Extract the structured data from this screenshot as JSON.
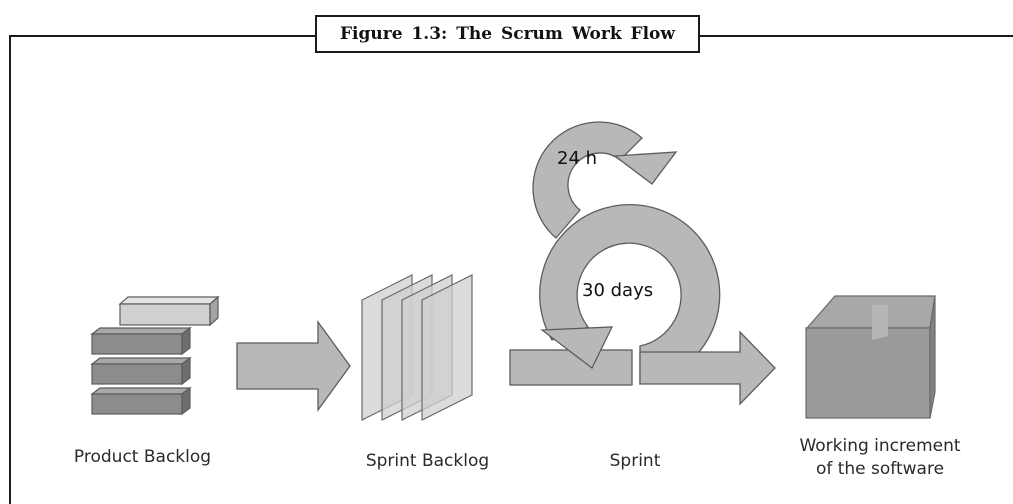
{
  "figure": {
    "caption": "Figure 1.3: The Scrum Work Flow"
  },
  "labels": {
    "product_backlog": "Product Backlog",
    "sprint_backlog": "Sprint Backlog",
    "sprint": "Sprint",
    "increment_line1": "Working increment",
    "increment_line2": "of the software"
  },
  "cycles": {
    "daily": "24 h",
    "sprint": "30 days"
  },
  "colors": {
    "shape_fill": "#b8b8b8",
    "shape_stroke": "#5c5c5c",
    "block_dark": "#8c8c8c",
    "block_light": "#d0d0d0",
    "box_fill": "#9a9a9a"
  }
}
